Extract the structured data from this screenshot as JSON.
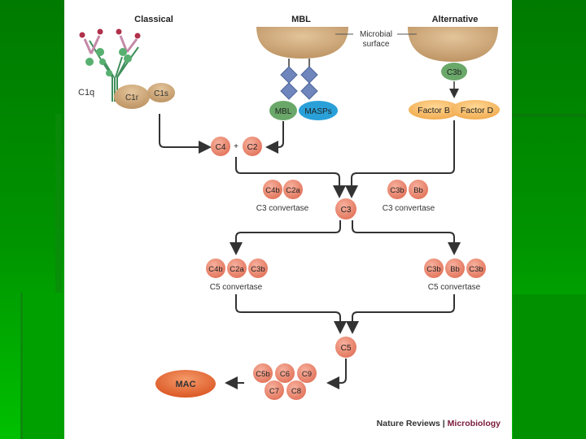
{
  "slide": {
    "background_color": "#009400",
    "panel_color": "#ffffff"
  },
  "diagram": {
    "pathways": {
      "classical": "Classical",
      "mbl": "MBL",
      "alternative": "Alternative"
    },
    "microbial_surface_label": [
      "Microbial",
      "surface"
    ],
    "classical_nodes": {
      "c1q": "C1q",
      "c1r": "C1r",
      "c1s": "C1s"
    },
    "mbl_nodes": {
      "mbl": "MBL",
      "masps": "MASPs"
    },
    "alternative_nodes": {
      "c3b": "C3b",
      "factor_b": "Factor B",
      "factor_d": "Factor D"
    },
    "c4_c2": {
      "c4": "C4",
      "plus": "+",
      "c2": "C2"
    },
    "c3_convertase_left": {
      "parts": [
        "C4b",
        "C2a"
      ],
      "label": "C3 convertase"
    },
    "c3_convertase_right": {
      "parts": [
        "C3b",
        "Bb"
      ],
      "label": "C3 convertase"
    },
    "c3": "C3",
    "c5_convertase_left": {
      "parts": [
        "C4b",
        "C2a",
        "C3b"
      ],
      "label": "C5 convertase"
    },
    "c5_convertase_right": {
      "parts": [
        "C3b",
        "Bb",
        "C3b"
      ],
      "label": "C5 convertase"
    },
    "c5": "C5",
    "mac_complex": {
      "top": [
        "C5b",
        "C6",
        "C9"
      ],
      "bottom": [
        "C7",
        "C8"
      ]
    },
    "mac": "MAC",
    "credit": {
      "journal": "Nature Reviews",
      "separator": "|",
      "section": "Microbiology"
    },
    "colors": {
      "complement": "#ee8a72",
      "surface": "#c8a070",
      "c1r_c1s": "#d9b07e",
      "mbl": "#6aa86a",
      "masps": "#2aa0d8",
      "diamond": "#6f86bd",
      "factor": "#f6b860",
      "mac": "#e8652e",
      "arrow": "#333333",
      "credit_section": "#7a1a3a"
    }
  }
}
